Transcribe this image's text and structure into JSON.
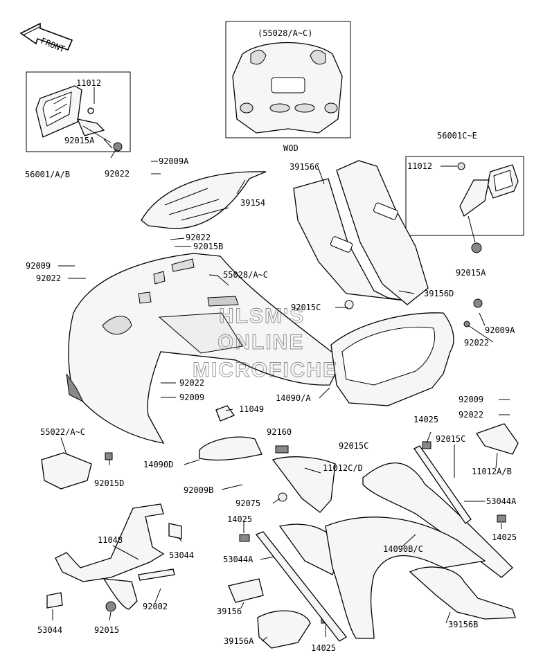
{
  "front_arrow": {
    "label": "FRONT"
  },
  "watermark": {
    "line1": "HLSM'S",
    "line2": "ONLINE",
    "line3": "MICROFICHE"
  },
  "variant_box": {
    "title": "(55028/A~C)",
    "caption": "WOD"
  },
  "labels": {
    "p11012_left": "11012",
    "p92015A_left": "92015A",
    "p56001": "56001/A/B",
    "p92009A_top": "92009A",
    "p92022_top": "92022",
    "p39154": "39154",
    "p92022_mid": "92022",
    "p92015B": "92015B",
    "p92009_left": "92009",
    "p92022_left": "92022",
    "p55028": "55028/A~C",
    "p39156C": "39156C",
    "p39156D": "39156D",
    "p56001CE": "56001C~E",
    "p11012_right": "11012",
    "p92015A_right": "92015A",
    "p92015C_mid": "92015C",
    "p92009A_right": "92009A",
    "p92022_right": "92022",
    "p92022_center": "92022",
    "p92009_center": "92009",
    "p14090A": "14090/A",
    "p11049": "11049",
    "p92009_right2": "92009",
    "p92022_right2": "92022",
    "p55022": "55022/A~C",
    "p92015D": "92015D",
    "p14090D": "14090D",
    "p92160": "92160",
    "p11012CD": "11012C/D",
    "p92009B": "92009B",
    "p92075": "92075",
    "p14025_top": "14025",
    "p92015C_low1": "92015C",
    "p92015C_low2": "92015C",
    "p11012AB": "11012A/B",
    "p53044A_right": "53044A",
    "p14025_right": "14025",
    "p14090BC": "14090B/C",
    "p14025_mid": "14025",
    "p53044A_mid": "53044A",
    "p11048": "11048",
    "p53044_top": "53044",
    "p92002": "92002",
    "p53044_bot": "53044",
    "p92015": "92015",
    "p39156": "39156",
    "p39156A": "39156A",
    "p14025_bot": "14025",
    "p39156B": "39156B"
  }
}
